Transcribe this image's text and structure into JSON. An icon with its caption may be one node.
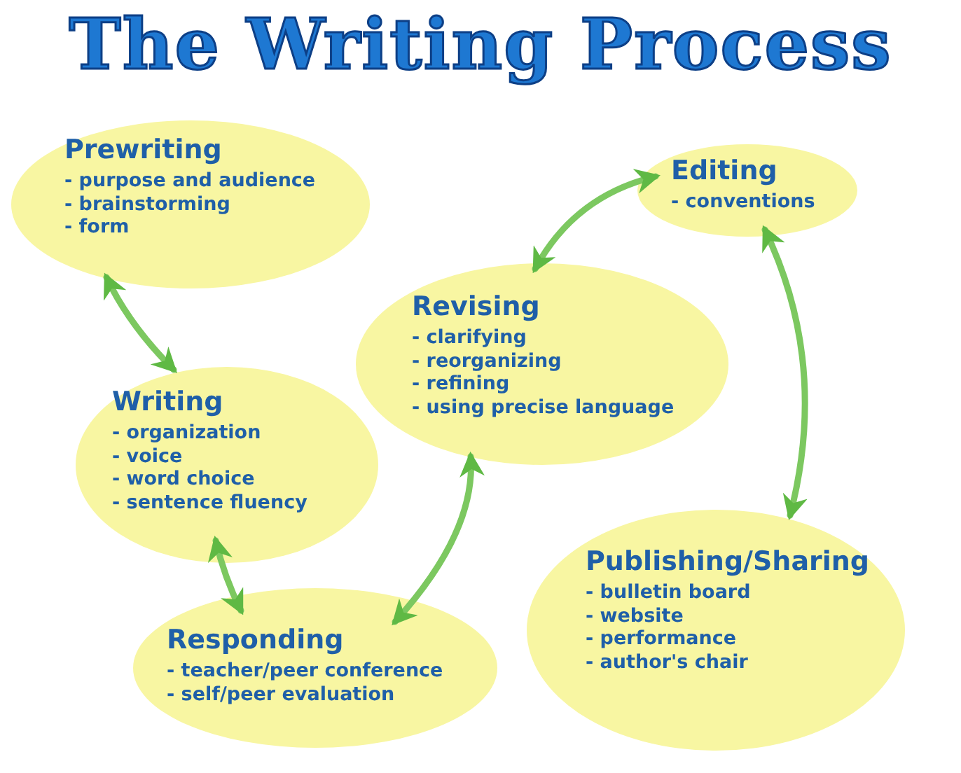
{
  "diagram": {
    "title": "The Writing Process",
    "nodes": [
      {
        "text": [
          "Prewriting",
          "- purpose and audience",
          "- brainstorming",
          "- form"
        ]
      },
      {
        "text": [
          "Writing",
          "- organization",
          "- voice",
          "- word choice",
          "- sentence fluency"
        ]
      },
      {
        "text": [
          "Responding",
          "- teacher/peer conference",
          "- self/peer evaluation"
        ]
      },
      {
        "text": [
          "Revising",
          "- clarifying",
          "- reorganizing",
          "- refining",
          "- using precise language"
        ]
      },
      {
        "text": [
          "Editing",
          "- conventions"
        ]
      },
      {
        "text": [
          "Publishing/Sharing",
          "- bulletin board",
          "- website",
          "- performance",
          "- author's chair"
        ]
      }
    ],
    "edges": [
      {
        "from": 0,
        "to": 1,
        "arrow": "both"
      },
      {
        "from": 1,
        "to": 2,
        "arrow": "both"
      },
      {
        "from": 2,
        "to": 3,
        "arrow": "both"
      },
      {
        "from": 3,
        "to": 4,
        "arrow": "both"
      },
      {
        "from": 4,
        "to": 5,
        "arrow": "both"
      }
    ]
  }
}
